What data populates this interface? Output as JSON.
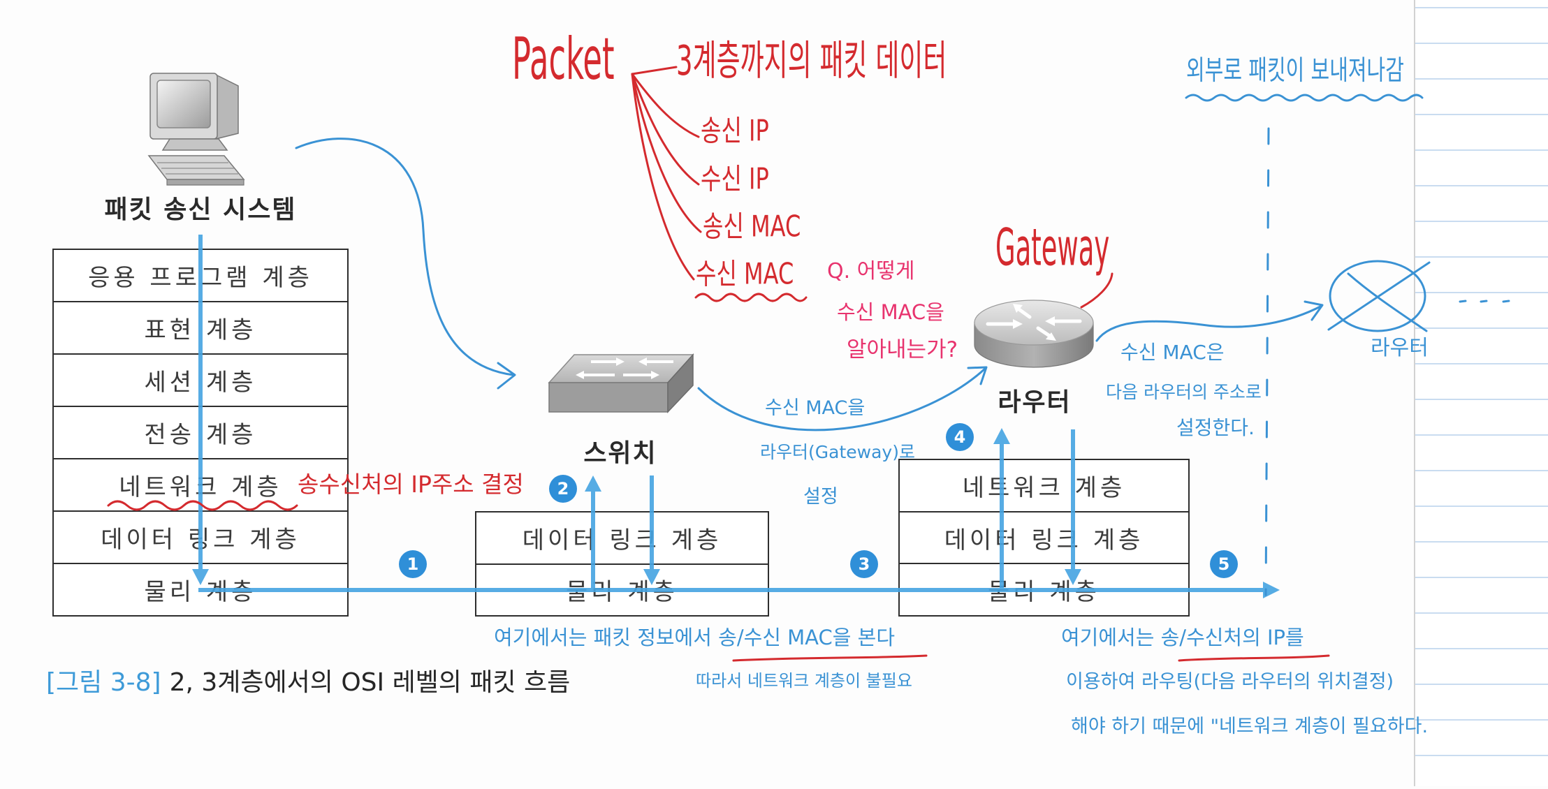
{
  "colors": {
    "diagram_arrow": "#45a4e2",
    "step_badge": "#2f8fd8",
    "caption_ref": "#3d9ad8",
    "handwriting_blue": "#3a92d4",
    "handwriting_red": "#d42a2e",
    "handwriting_pink": "#e8336e"
  },
  "icons": {
    "sender": "computer-icon",
    "switch": "switch-icon",
    "router": "router-icon",
    "next_router": "crossed-circle-icon"
  },
  "figure": {
    "sender": {
      "label": "패킷 송신 시스템",
      "layers": [
        "응용 프로그램 계층",
        "표현 계층",
        "세션 계층",
        "전송 계층",
        "네트워크 계층",
        "데이터 링크 계층",
        "물리 계층"
      ]
    },
    "switch": {
      "label": "스위치",
      "layers": [
        "데이터 링크 계층",
        "물리 계층"
      ]
    },
    "router": {
      "label": "라우터",
      "layers": [
        "네트워크 계층",
        "데이터 링크 계층",
        "물리 계층"
      ]
    },
    "steps": [
      "1",
      "2",
      "3",
      "4",
      "5"
    ],
    "caption": {
      "ref": "[그림 3-8]",
      "text": "2, 3계층에서의 OSI 레벨의 패킷 흐름"
    }
  },
  "notes": {
    "packet": {
      "title": "Packet",
      "description": "3계층까지의 패킷 데이터",
      "fields": [
        "송신 IP",
        "수신 IP",
        "송신 MAC",
        "수신 MAC"
      ]
    },
    "question": [
      "Q. 어떻게",
      "수신 MAC을",
      "알아내는가?"
    ],
    "gateway": "Gateway",
    "network_layer_note": "송수신처의 IP주소 결정",
    "switch_to_router": [
      "수신 MAC을",
      "라우터(Gateway)로",
      "설정"
    ],
    "router_next_hop": [
      "수신 MAC은",
      "다음 라우터의 주소로",
      "설정한다."
    ],
    "outbound": "외부로 패킷이 보내져나감",
    "next_router": "라우터",
    "switch_note": [
      "여기에서는 패킷 정보에서 송/수신 MAC을 본다",
      "따라서 네트워크 계층이 불필요"
    ],
    "router_note": [
      "여기에서는 송/수신처의 IP를",
      "이용하여 라우팅(다음 라우터의 위치결정)",
      "해야 하기 때문에 \"네트워크 계층이 필요하다."
    ]
  }
}
